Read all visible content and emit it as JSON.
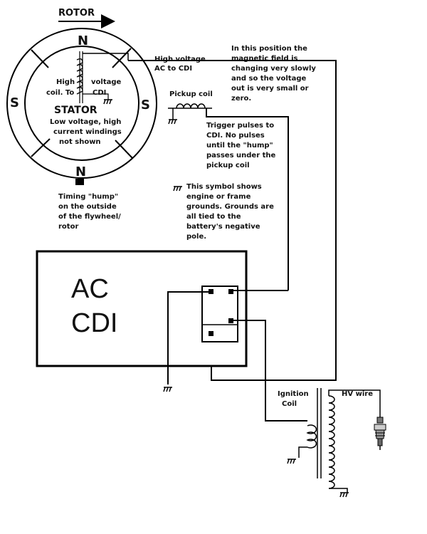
{
  "rotor": {
    "label": "ROTOR",
    "poles": {
      "top": "N",
      "left": "S",
      "right": "S",
      "bottom": "N"
    },
    "stator_label": "STATOR",
    "stator_note": [
      "Low voltage, high",
      "current windings",
      "not shown"
    ],
    "hv_coil_left": [
      "High",
      "coil. To"
    ],
    "hv_coil_right": [
      "voltage",
      "CDI"
    ]
  },
  "notes": {
    "hv_ac": [
      "High voltage",
      "AC to CDI"
    ],
    "position": [
      "In this position the",
      "magnetic field is",
      "changing very slowly",
      "and so the voltage",
      "out is very small or",
      "zero."
    ],
    "pickup": "Pickup coil",
    "trigger": [
      "Trigger pulses to",
      "CDI.  No pulses",
      "until the \"hump\"",
      "passes under the",
      "pickup coil"
    ],
    "timing": [
      "Timing \"hump\"",
      "on the outside",
      "of the flywheel/",
      "rotor"
    ],
    "ground": [
      "This symbol shows",
      "engine or frame",
      "grounds. Grounds are",
      "all tied to the",
      "battery's negative",
      "pole."
    ]
  },
  "cdi": {
    "line1": "AC",
    "line2": "CDI"
  },
  "ignition": {
    "coil_label": [
      "Ignition",
      "Coil"
    ],
    "hv_wire": "HV wire"
  }
}
